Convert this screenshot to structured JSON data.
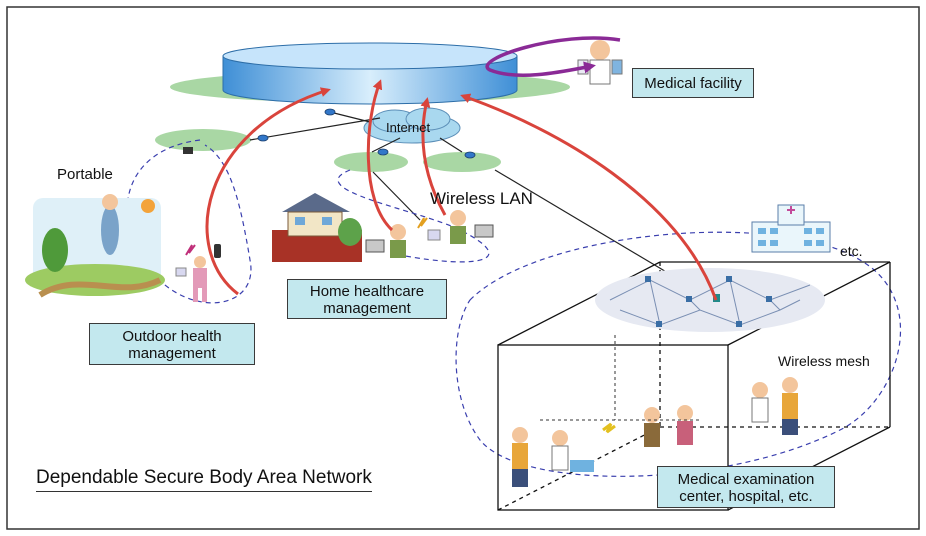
{
  "labels": {
    "internet": "Internet",
    "portable": "Portable",
    "wireless_lan": "Wireless LAN",
    "wireless_mesh": "Wireless mesh",
    "etc": "etc.",
    "title": "Dependable Secure Body Area Network"
  },
  "boxes": {
    "medical_facility": [
      "Medical facility"
    ],
    "home_healthcare": [
      "Home healthcare",
      "management"
    ],
    "outdoor_health": [
      "Outdoor health",
      "management"
    ],
    "medical_exam": [
      "Medical examination",
      "center, hospital, etc."
    ]
  },
  "colors": {
    "box_fill": "#c3e8ee",
    "arrow_red": "#d9443c",
    "arrow_purple": "#8a2a96",
    "server_blue": "#5aa9e6",
    "ellipse_green": "#9fd39a",
    "cloud_blue": "#a9d8ef",
    "dashed_blue": "#3a3fae"
  }
}
